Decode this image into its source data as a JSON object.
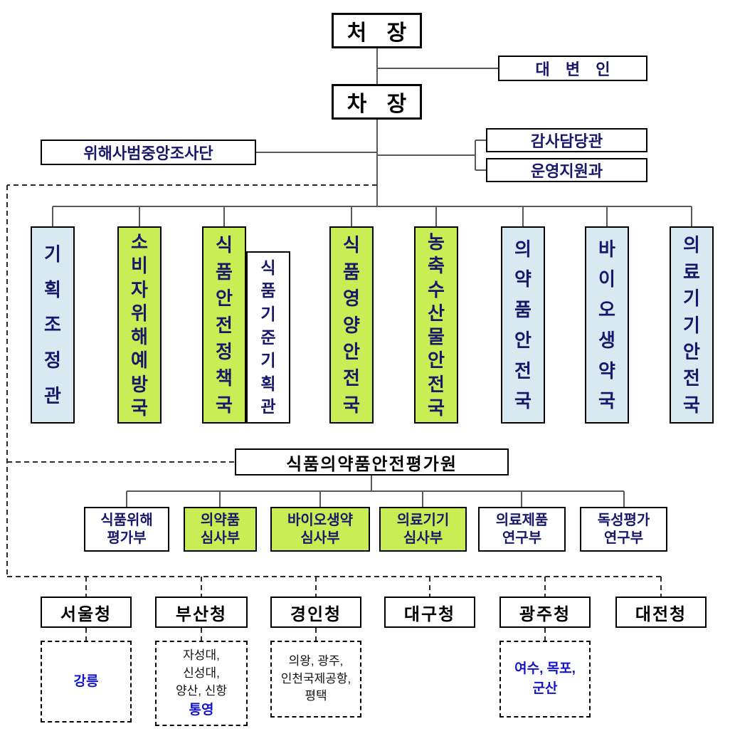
{
  "colors": {
    "green": "#c9ee55",
    "lightblue": "#d9e9f2",
    "navy": "#18186b",
    "blue": "#1414cc",
    "line": "#595959",
    "dash": "#2b2b2b"
  },
  "top": {
    "commissioner": "처 장",
    "vice_commissioner": "차 장",
    "spokesperson": "대 변 인",
    "investigation_unit": "위해사범중앙조사단",
    "audit_officer": "감사담당관",
    "operation_support": "운영지원과"
  },
  "departments": [
    {
      "label": "기획조정관"
    },
    {
      "label": "소비자위해예방국"
    },
    {
      "label": "식품안전정책국"
    },
    {
      "label": "식품영양안전국"
    },
    {
      "label": "농축수산물안전국"
    },
    {
      "label": "의약품안전국"
    },
    {
      "label": "바이오생약국"
    },
    {
      "label": "의료기기안전국"
    }
  ],
  "sub_office": {
    "label": "식품기준기획관"
  },
  "evaluation": {
    "title": "식품의약품안전평가원",
    "divisions": [
      {
        "line1": "식품위해",
        "line2": "평가부"
      },
      {
        "line1": "의약품",
        "line2": "심사부"
      },
      {
        "line1": "바이오생약",
        "line2": "심사부"
      },
      {
        "line1": "의료기기",
        "line2": "심사부"
      },
      {
        "line1": "의료제품",
        "line2": "연구부"
      },
      {
        "line1": "독성평가",
        "line2": "연구부"
      }
    ]
  },
  "regional_offices": [
    {
      "label": "서울청"
    },
    {
      "label": "부산청"
    },
    {
      "label": "경인청"
    },
    {
      "label": "대구청"
    },
    {
      "label": "광주청"
    },
    {
      "label": "대전청"
    }
  ],
  "branch_details": {
    "seoul": [
      "강릉"
    ],
    "busan": [
      "자성대,",
      "신성대,",
      "양산, 신항",
      "통영"
    ],
    "gyeongin": [
      "의왕, 광주,",
      "인천국제공항,",
      "평택"
    ],
    "gwangju": [
      "여수, 목포,",
      "군산"
    ]
  }
}
